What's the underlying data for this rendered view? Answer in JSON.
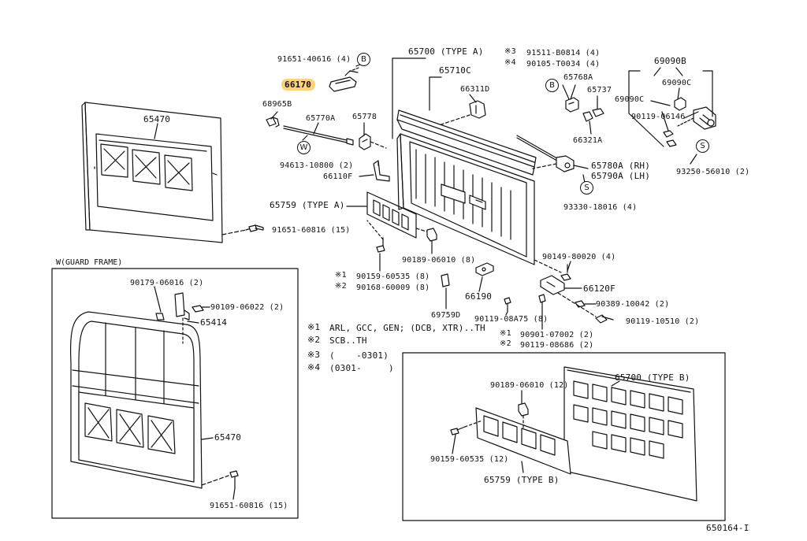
{
  "labels": {
    "p65470_top": "65470",
    "p91651_40616": "91651-40616 (4)",
    "p66170": "66170",
    "p68965b": "68965B",
    "p65770a": "65770A",
    "p65778": "65778",
    "p94613": "94613-10800 (2)",
    "p66110f": "66110F",
    "p65759a": "65759 (TYPE A)",
    "p91651_60816_top": "91651-60816 (15)",
    "p65700a": "65700 (TYPE A)",
    "p65710c": "65710C",
    "p66311d": "66311D",
    "p91511": "91511-B0814 (4)",
    "p90105": "90105-T0034 (4)",
    "p65768a": "65768A",
    "p65737": "65737",
    "p66321a": "66321A",
    "p69090b": "69090B",
    "p69090c_r": "69090C",
    "p69090c_l": "69090C",
    "p90119_06146": "90119-06146",
    "p93250": "93250-56010 (2)",
    "p65780a": "65780A (RH)",
    "p65790a": "65790A (LH)",
    "p93330": "93330-18016 (4)",
    "p90189_a": "90189-06010 (8)",
    "p90159_a": "90159-60535 (8)",
    "p90168": "90168-60009 (8)",
    "p90149": "90149-80020 (4)",
    "p66120f": "66120F",
    "p69759d": "69759D",
    "p66190": "66190",
    "p90389": "90389-10042 (2)",
    "p90119_08a75": "90119-08A75 (8)",
    "p90119_10510": "90119-10510 (2)",
    "p90901": "90901-07002 (2)",
    "p90119_08686": "90119-08686 (2)",
    "p90179": "90179-06016 (2)",
    "p90109": "90109-06022 (2)",
    "p65414": "65414",
    "p65470_w": "65470",
    "p91651_60816_w": "91651-60816 (15)",
    "p90189_b": "90189-06010 (12)",
    "p65700b": "65700 (TYPE B)",
    "p90159_b": "90159-60535 (12)",
    "p65759b": "65759 (TYPE B)",
    "diagram_id": "650164-I"
  },
  "marks": {
    "m1": "※1",
    "m2": "※2",
    "m3": "※3",
    "m4": "※4"
  },
  "notes": {
    "n1": "ARL, GCC, GEN; (DCB, XTR)..TH",
    "n2": "SCB..TH",
    "n3": "(    -0301)",
    "n4": "(0301-     )"
  },
  "circles": {
    "b": "B",
    "w": "W",
    "s": "S"
  },
  "box_w_title": "W(GUARD FRAME)",
  "colors": {
    "highlight": "#ffd27a",
    "ink": "#111111"
  }
}
